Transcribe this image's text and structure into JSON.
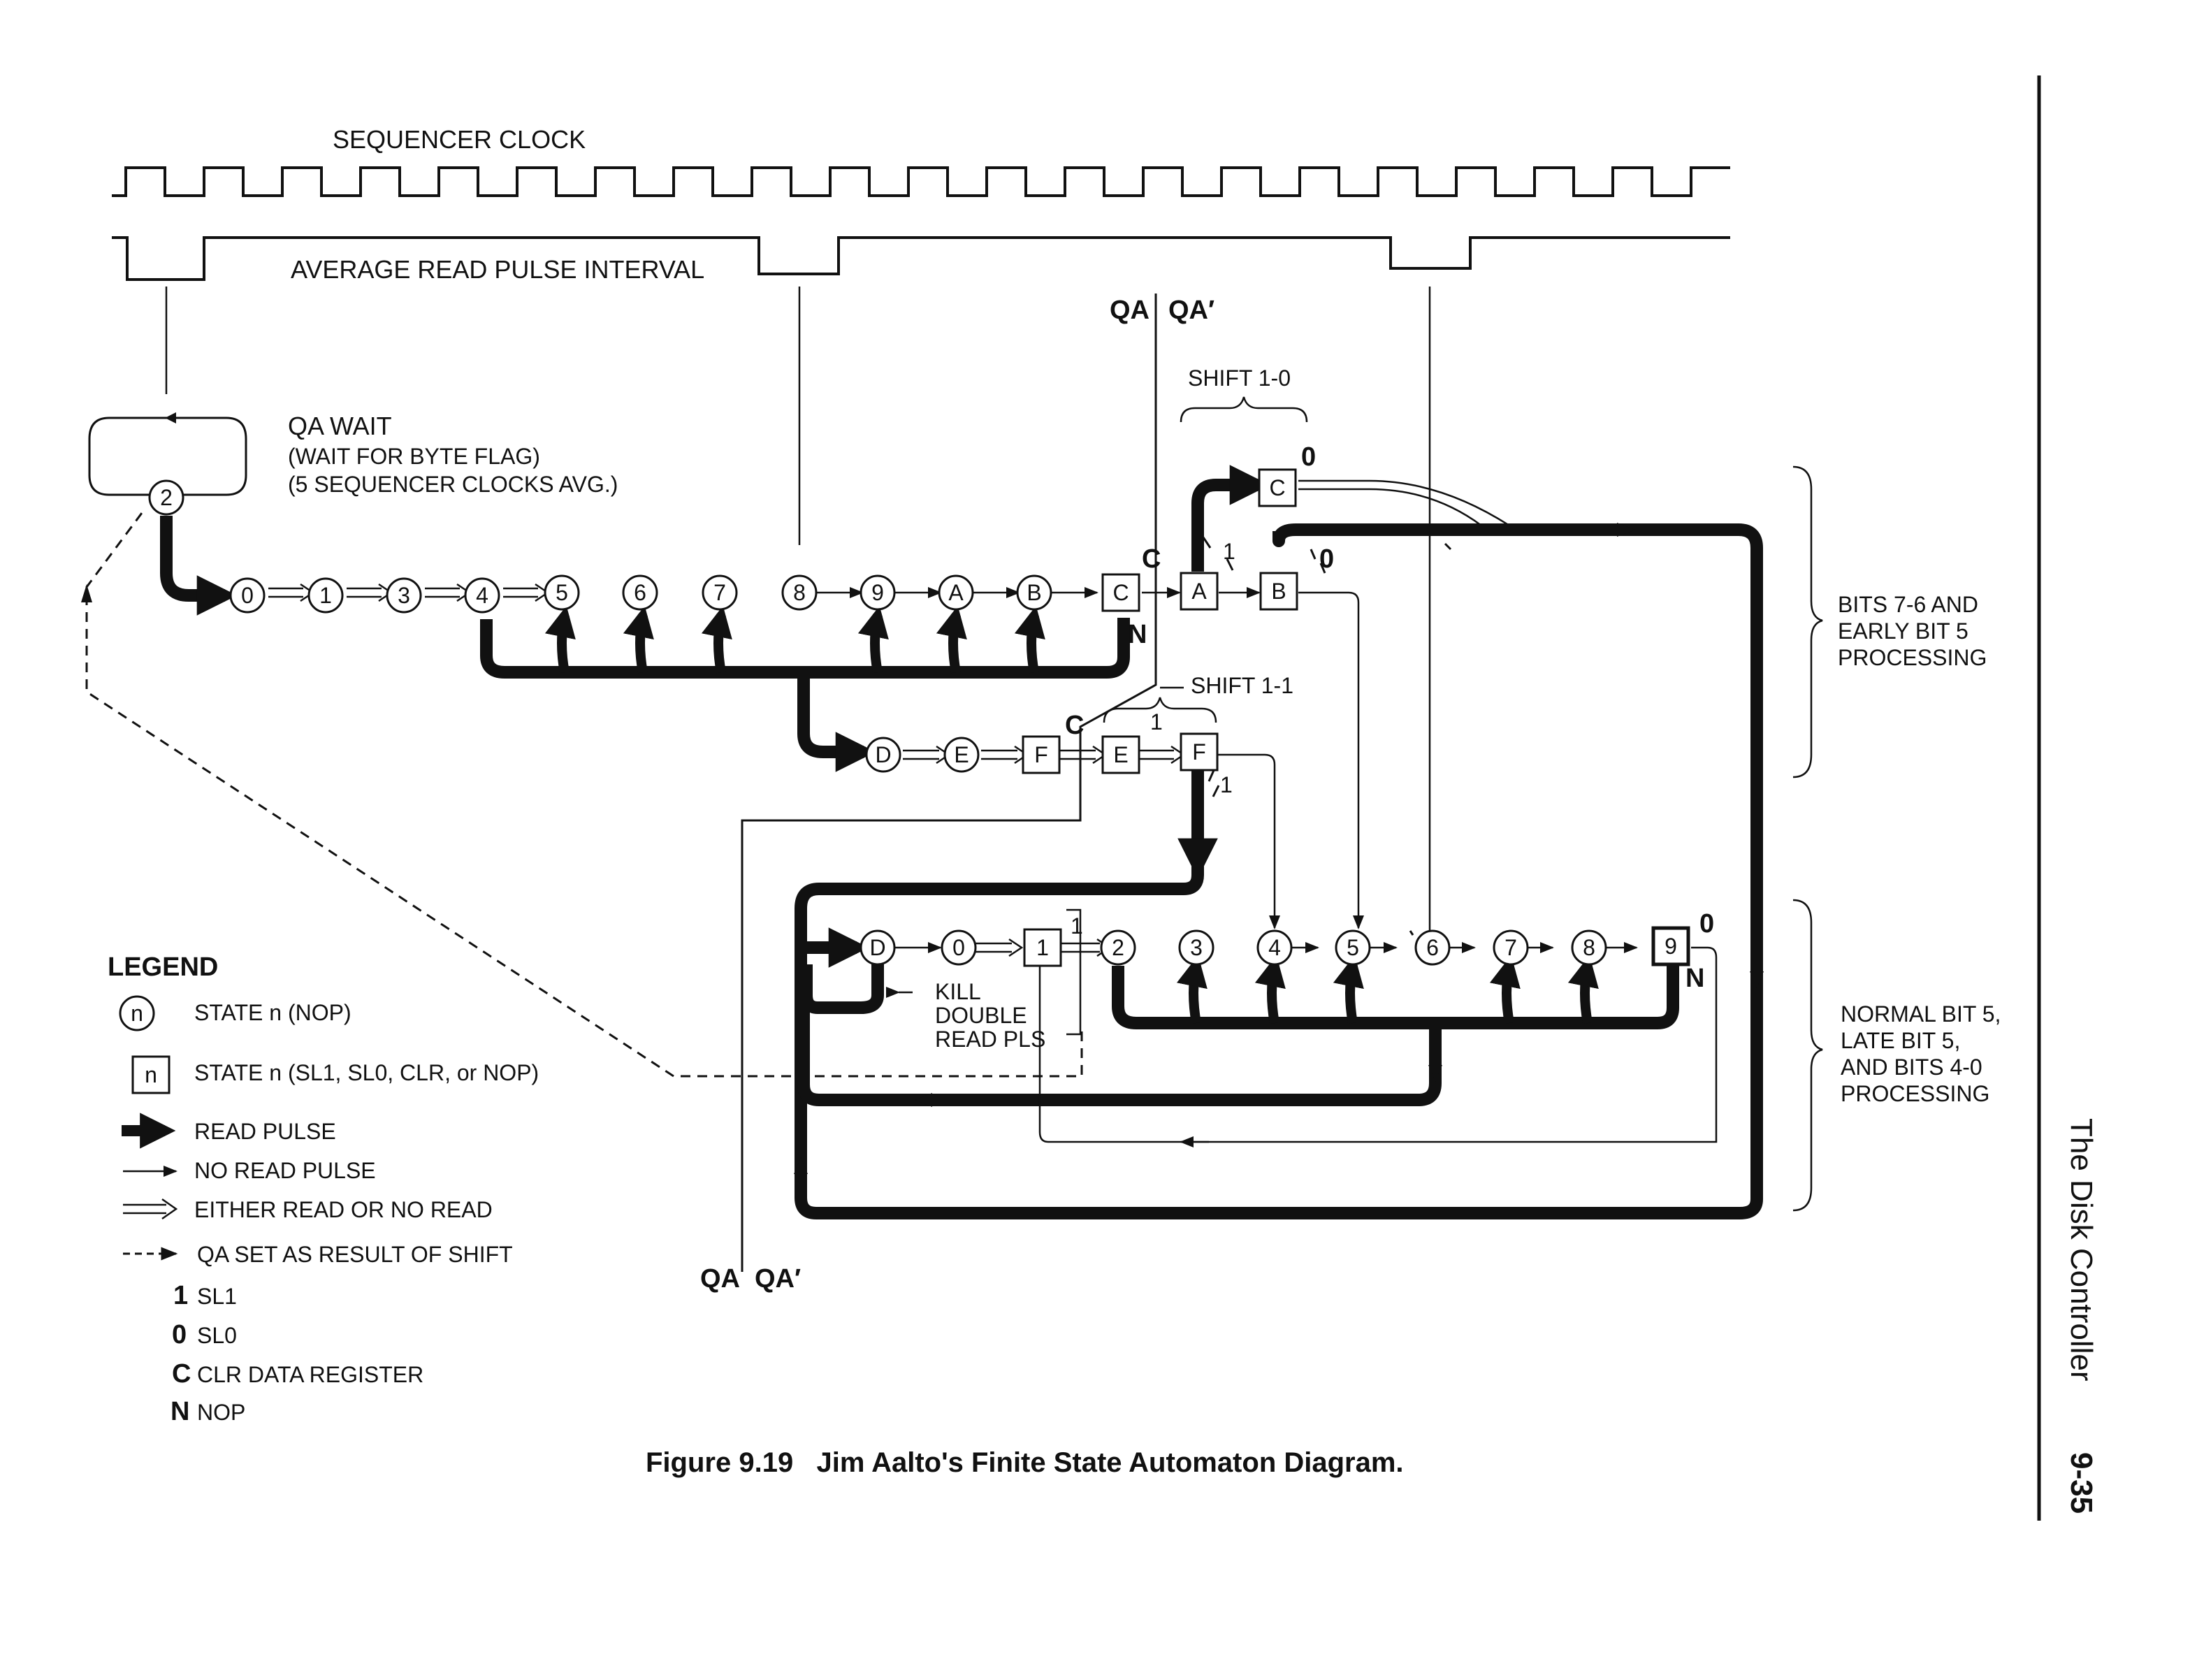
{
  "labels": {
    "sequencer_clock": "SEQUENCER CLOCK",
    "avg_read_pulse": "AVERAGE READ PULSE INTERVAL",
    "qa_top": "QA",
    "qa_prime_top": "QA′",
    "qa_bottom": "QA",
    "qa_prime_bottom": "QA′",
    "qa_wait_title": "QA WAIT",
    "qa_wait_line1": "(WAIT FOR BYTE FLAG)",
    "qa_wait_line2": "(5 SEQUENCER CLOCKS AVG.)",
    "shift_10": "SHIFT 1-0",
    "shift_11": "SHIFT 1-1",
    "kill_1": "KILL",
    "kill_2": "DOUBLE",
    "kill_3": "READ PLS",
    "group_top_1": "BITS 7-6 AND",
    "group_top_2": "EARLY BIT 5",
    "group_top_3": "PROCESSING",
    "group_bottom_1": "NORMAL BIT 5,",
    "group_bottom_2": "LATE BIT 5,",
    "group_bottom_3": "AND BITS 4-0",
    "group_bottom_4": "PROCESSING",
    "mark_c1": "C",
    "mark_n1": "N",
    "mark_c2": "C",
    "mark_1a": "1",
    "mark_0a": "0",
    "mark_0b": "0",
    "mark_1b": "1",
    "mark_1c": "1",
    "mark_1d": "1",
    "mark_0c": "0",
    "mark_n2": "N"
  },
  "legend": {
    "title": "LEGEND",
    "state_circle_symbol": "n",
    "state_circle": "STATE n (NOP)",
    "state_square_symbol": "n",
    "state_square": "STATE n (SL1, SL0, CLR, or NOP)",
    "read_pulse": "READ PULSE",
    "no_read_pulse": "NO READ PULSE",
    "either": "EITHER READ OR NO READ",
    "qa_set": "QA SET AS RESULT OF SHIFT",
    "k1": "1",
    "v1": "SL1",
    "k0": "0",
    "v0": "SL0",
    "kc": "C",
    "vc": "CLR DATA REGISTER",
    "kn": "N",
    "vn": "NOP"
  },
  "nodes": {
    "wait2": "2",
    "r1_0": "0",
    "r1_1": "1",
    "r1_3": "3",
    "r1_4": "4",
    "r1_5": "5",
    "r1_6": "6",
    "r1_7": "7",
    "r1_8": "8",
    "r1_9": "9",
    "r1_A": "A",
    "r1_B": "B",
    "r1_C": "C",
    "top_C": "C",
    "top_A": "A",
    "top_B": "B",
    "r2_D": "D",
    "r2_E": "E",
    "r2_F": "F",
    "r2_E2": "E",
    "r2_F2": "F",
    "r3_D": "D",
    "r3_0": "0",
    "r3_1": "1",
    "r3_2": "2",
    "r3_3": "3",
    "r3_4": "4",
    "r3_5": "5",
    "r3_6": "6",
    "r3_7": "7",
    "r3_8": "8",
    "r3_9": "9"
  },
  "caption": "Figure 9.19   Jim Aalto's Finite State Automaton Diagram.",
  "side_title": "The Disk Controller",
  "page_number": "9-35"
}
